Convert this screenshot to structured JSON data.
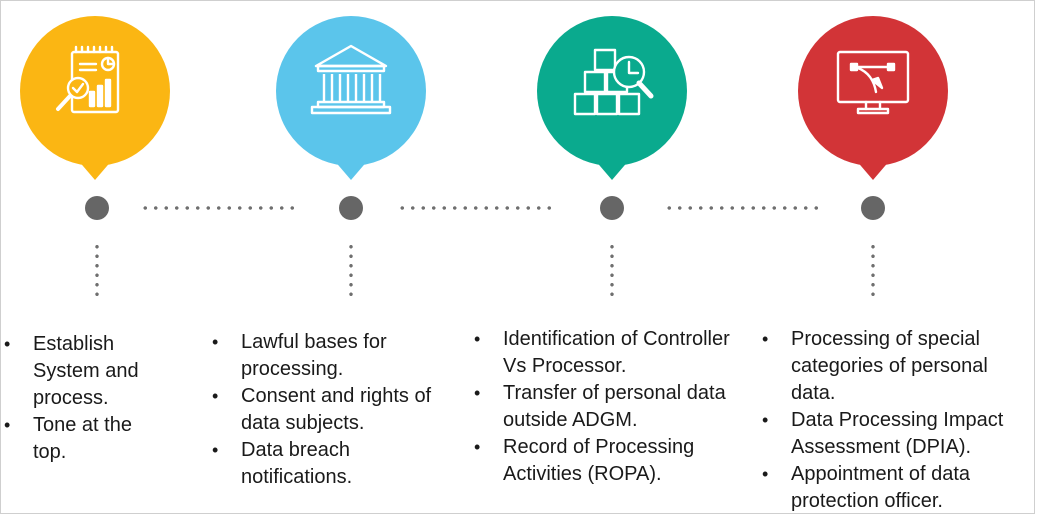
{
  "stages": [
    {
      "id": "stage-1",
      "color": "#fbb613",
      "icon": "analytics-report-icon",
      "items": [
        "Establish System and process.",
        "Tone at the top."
      ]
    },
    {
      "id": "stage-2",
      "color": "#5bc5eb",
      "icon": "bank-building-icon",
      "items": [
        "Lawful bases for processing.",
        "Consent and rights of data subjects.",
        "Data breach notifications."
      ]
    },
    {
      "id": "stage-3",
      "color": "#0aaa8e",
      "icon": "boxes-search-icon",
      "items": [
        "Identification of Controller Vs Processor.",
        "Transfer of personal data outside ADGM.",
        "Record of Processing Activities (ROPA)."
      ]
    },
    {
      "id": "stage-4",
      "color": "#d23437",
      "icon": "monitor-vector-icon",
      "items": [
        "Processing of special categories of personal data.",
        "Data Processing Impact Assessment (DPIA).",
        "Appointment of data protection officer."
      ]
    }
  ]
}
